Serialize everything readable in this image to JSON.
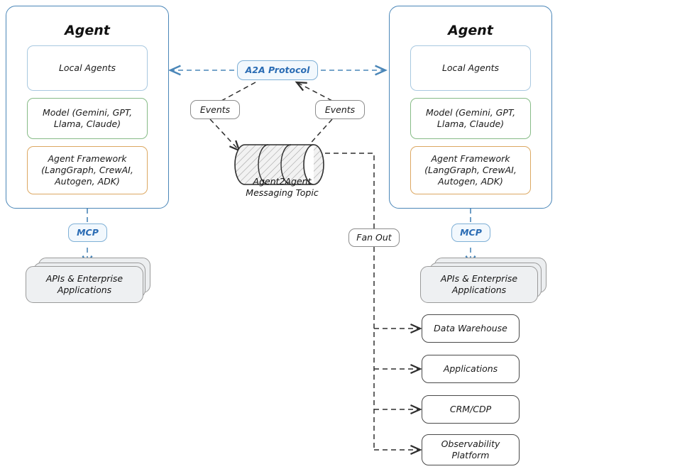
{
  "diagram": {
    "title": "Agent2Agent multi-agent messaging architecture",
    "background": "#ffffff",
    "colors": {
      "agent_border": "#4a86b8",
      "local_agents_border": "#a8c8e0",
      "model_border": "#86bb86",
      "framework_border": "#dca862",
      "protocol_accent": "#2a6cb4",
      "neutral_border": "#8c8c8c",
      "dest_border": "#4a4a4a",
      "stack_fill": "#eceef0"
    }
  },
  "left_agent": {
    "title": "Agent",
    "local_agents": "Local Agents",
    "model": "Model (Gemini, GPT, Llama, Claude)",
    "framework": "Agent Framework (LangGraph, CrewAI, Autogen, ADK)"
  },
  "right_agent": {
    "title": "Agent",
    "local_agents": "Local Agents",
    "model": "Model (Gemini, GPT, Llama, Claude)",
    "framework": "Agent Framework (LangGraph, CrewAI, Autogen, ADK)"
  },
  "center": {
    "protocol": "A2A Protocol",
    "events_left": "Events",
    "events_right": "Events",
    "topic_line1": "Agent2Agent",
    "topic_line2": "Messaging Topic"
  },
  "left_stack": {
    "mcp": "MCP",
    "apis_line1": "APIs & Enterprise",
    "apis_line2": "Applications"
  },
  "right_stack": {
    "mcp": "MCP",
    "apis_line1": "APIs & Enterprise",
    "apis_line2": "Applications"
  },
  "fanout": {
    "label": "Fan Out",
    "destinations": [
      {
        "line1": "Data Warehouse",
        "line2": ""
      },
      {
        "line1": "Applications",
        "line2": ""
      },
      {
        "line1": "CRM/CDP",
        "line2": ""
      },
      {
        "line1": "Observability",
        "line2": "Platform"
      }
    ]
  }
}
